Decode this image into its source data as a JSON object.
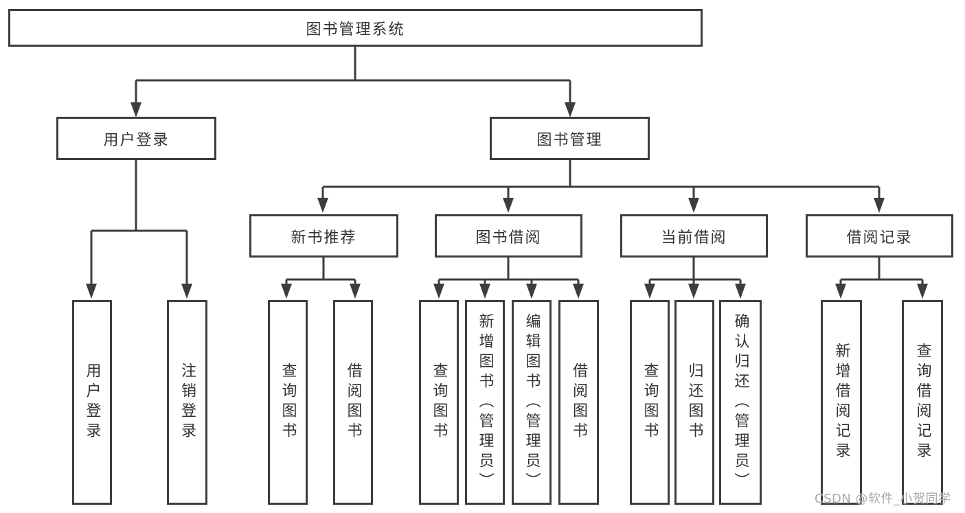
{
  "diagram": {
    "title": "图书管理系统",
    "root": {
      "label": "图书管理系统"
    },
    "level2": [
      {
        "label": "用户登录"
      },
      {
        "label": "图书管理"
      }
    ],
    "level3": [
      {
        "label": "新书推荐",
        "parent": "图书管理"
      },
      {
        "label": "图书借阅",
        "parent": "图书管理"
      },
      {
        "label": "当前借阅",
        "parent": "图书管理"
      },
      {
        "label": "借阅记录",
        "parent": "图书管理"
      }
    ],
    "leaves": [
      {
        "label": "用户登录",
        "parent": "用户登录"
      },
      {
        "label": "注销登录",
        "parent": "用户登录"
      },
      {
        "label": "查询图书",
        "parent": "新书推荐"
      },
      {
        "label": "借阅图书",
        "parent": "新书推荐"
      },
      {
        "label": "查询图书",
        "parent": "图书借阅"
      },
      {
        "label": "新增图书（管理员）",
        "parent": "图书借阅"
      },
      {
        "label": "编辑图书（管理员）",
        "parent": "图书借阅"
      },
      {
        "label": "借阅图书",
        "parent": "图书借阅"
      },
      {
        "label": "查询图书",
        "parent": "当前借阅"
      },
      {
        "label": "归还图书",
        "parent": "当前借阅"
      },
      {
        "label": "确认归还（管理员）",
        "parent": "当前借阅"
      },
      {
        "label": "新增借阅记录",
        "parent": "借阅记录"
      },
      {
        "label": "查询借阅记录",
        "parent": "借阅记录"
      }
    ],
    "colors": {
      "line": "#3d3d3d",
      "box_border": "#3d3d3d",
      "text": "#333333",
      "background": "#ffffff",
      "watermark": "#a9a9a9"
    }
  },
  "watermark": {
    "text": "CSDN @软件_小贺同学"
  }
}
